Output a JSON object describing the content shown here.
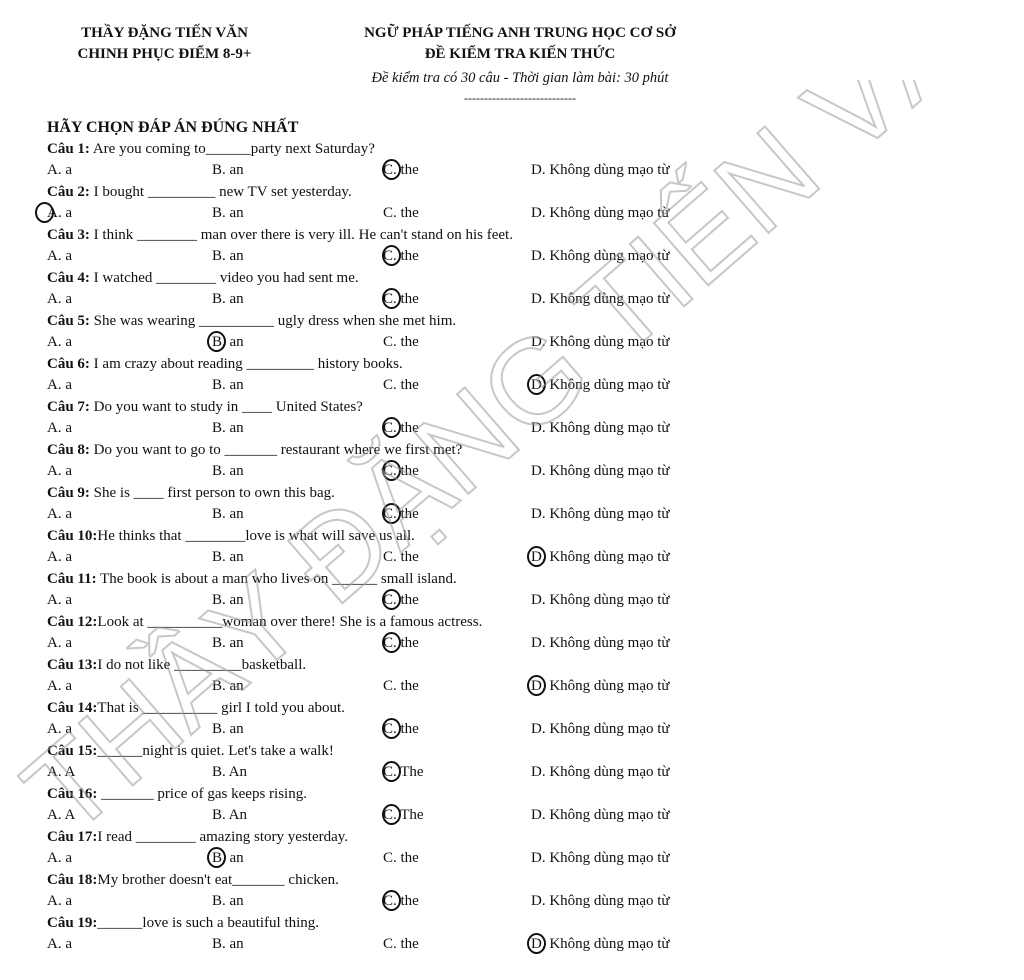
{
  "header": {
    "left_line1": "THẦY ĐẶNG TIẾN VĂN",
    "left_line2": "CHINH PHỤC ĐIỂM 8-9+",
    "right_line1": "NGỮ PHÁP TIẾNG ANH TRUNG HỌC CƠ SỞ",
    "right_line2": "ĐỀ KIỂM TRA KIẾN THỨC",
    "subtitle": "Đề kiểm tra có 30 câu - Thời gian làm bài: 30 phút",
    "divider": "----------------------------"
  },
  "section_title": "HÃY CHỌN ĐÁP ÁN ĐÚNG NHẤT",
  "watermark": "THẦY ĐẶNG TIẾN VĂN",
  "questions": [
    {
      "num": "Câu 1:",
      "text": " Are you coming to______party next Saturday?",
      "options": [
        "A. a",
        "B. an",
        "C. the",
        "D. Không dùng mạo từ"
      ],
      "marked": 2
    },
    {
      "num": "Câu 2:",
      "text": " I bought _________ new TV set yesterday.",
      "options": [
        "A. a",
        "B. an",
        "C. the",
        "D. Không dùng mạo từ"
      ],
      "marked": 0
    },
    {
      "num": "Câu 3:",
      "text": " I think ________ man over there is very ill. He can't stand on his feet.",
      "options": [
        "A. a",
        "B. an",
        "C. the",
        "D. Không dùng mạo từ"
      ],
      "marked": 2
    },
    {
      "num": "Câu 4:",
      "text": " I watched ________ video you had sent me.",
      "options": [
        "A. a",
        "B. an",
        "C. the",
        "D. Không dùng mạo từ"
      ],
      "marked": 2
    },
    {
      "num": "Câu 5:",
      "text": " She was wearing __________ ugly dress when she met him.",
      "options": [
        "A. a",
        "B. an",
        "C. the",
        "D. Không dùng mạo từ"
      ],
      "marked": 1
    },
    {
      "num": "Câu 6:",
      "text": " I am crazy about reading _________ history books.",
      "options": [
        "A. a",
        "B. an",
        "C. the",
        "D. Không dùng mạo từ"
      ],
      "marked": 3
    },
    {
      "num": "Câu 7:",
      "text": " Do you want to study in ____ United States?",
      "options": [
        "A. a",
        "B. an",
        "C. the",
        "D. Không dùng mạo từ"
      ],
      "marked": 2
    },
    {
      "num": "Câu 8:",
      "text": " Do you want to go to _______ restaurant where we first met?",
      "options": [
        "A. a",
        "B. an",
        "C. the",
        "D. Không dùng mạo từ"
      ],
      "marked": 2
    },
    {
      "num": "Câu 9:",
      "text": "  She is ____ first person to own this bag.",
      "options": [
        "A. a",
        "B. an",
        "C. the",
        "D. Không dùng mạo từ"
      ],
      "marked": 2
    },
    {
      "num": "Câu 10:",
      "text": "He thinks that ________love is what will save us all.",
      "options": [
        "A. a",
        "B. an",
        "C. the",
        "D. Không dùng mạo từ"
      ],
      "marked": 3
    },
    {
      "num": "Câu 11:",
      "text": " The book is about a man who lives on ______ small island.",
      "options": [
        "A. a",
        "B. an",
        "C. the",
        "D. Không dùng mạo từ"
      ],
      "marked": 2
    },
    {
      "num": "Câu 12:",
      "text": "Look at __________woman over there! She is a famous actress.",
      "options": [
        "A. a",
        "B. an",
        "C. the",
        "D. Không dùng mạo từ"
      ],
      "marked": 2
    },
    {
      "num": "Câu 13:",
      "text": "I do not like _________basketball.",
      "options": [
        "A. a",
        "B. an",
        "C. the",
        "D. Không dùng mạo từ"
      ],
      "marked": 3
    },
    {
      "num": "Câu 14:",
      "text": "That is __________ girl I told you about.",
      "options": [
        "A. a",
        "B. an",
        "C. the",
        "D. Không dùng mạo từ"
      ],
      "marked": 2
    },
    {
      "num": "Câu 15:",
      "text": "______night is quiet. Let's take a walk!",
      "options": [
        "A. A",
        "B. An",
        "C. The",
        "D. Không dùng mạo từ"
      ],
      "marked": 2
    },
    {
      "num": "Câu 16:",
      "text": " _______ price of gas keeps rising.",
      "options": [
        "A. A",
        "B. An",
        "C. The",
        "D. Không dùng mạo từ"
      ],
      "marked": 2
    },
    {
      "num": "Câu 17:",
      "text": "I read ________ amazing story yesterday.",
      "options": [
        "A. a",
        "B. an",
        "C. the",
        "D. Không dùng mạo từ"
      ],
      "marked": 1
    },
    {
      "num": "Câu 18:",
      "text": "My brother doesn't eat_______ chicken.",
      "options": [
        "A. a",
        "B. an",
        "C. the",
        "D. Không dùng mạo từ"
      ],
      "marked": 2
    },
    {
      "num": "Câu 19:",
      "text": "______love is such a beautiful thing.",
      "options": [
        "A. a",
        "B. an",
        "C. the",
        "D. Không dùng mạo từ"
      ],
      "marked": 3
    }
  ]
}
